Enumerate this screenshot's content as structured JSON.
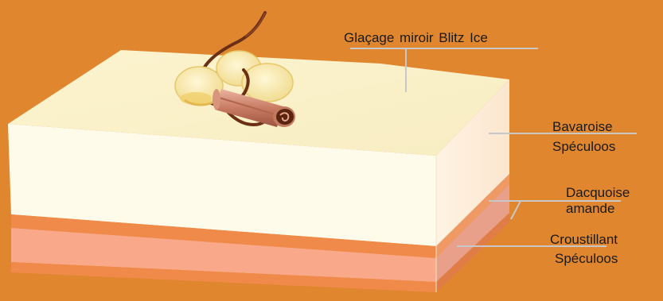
{
  "labels": {
    "glacage": "Glaçage miroir Blitz Ice",
    "bavaroise_line1": "Bavaroise",
    "bavaroise_line2": "Spéculoos",
    "dacquoise_line1": "Dacquoise",
    "dacquoise_line2": "amande",
    "croustillant_line1": "Croustillant",
    "croustillant_line2": "Spéculoos"
  },
  "colors": {
    "background": "#e0862f",
    "glaze_top": "#fbf3cc",
    "bavaroise_front": "#fffbe9",
    "bavaroise_side": "#fdf0db",
    "dacquoise": "#f08a4a",
    "croustillant": "#f9a98a",
    "leader_line": "#c8c8c8"
  },
  "icons": [
    "cinnamon-stick",
    "white-chocolate-disc",
    "chocolate-curl"
  ]
}
